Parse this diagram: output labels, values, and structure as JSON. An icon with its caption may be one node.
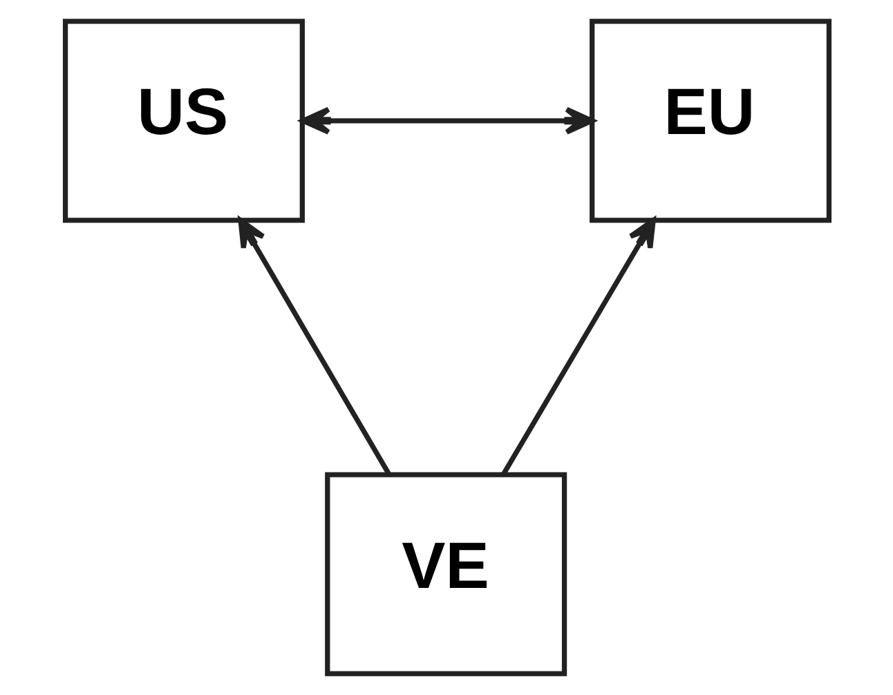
{
  "diagram": {
    "nodes": [
      {
        "text": [
          "US"
        ]
      },
      {
        "text": [
          "EU"
        ]
      },
      {
        "text": [
          "VE"
        ]
      }
    ],
    "edges": [
      {
        "from": 0,
        "to": 1,
        "arrow": "both"
      },
      {
        "from": 2,
        "to": 0,
        "arrow": "to"
      },
      {
        "from": 2,
        "to": 1,
        "arrow": "to"
      }
    ]
  }
}
